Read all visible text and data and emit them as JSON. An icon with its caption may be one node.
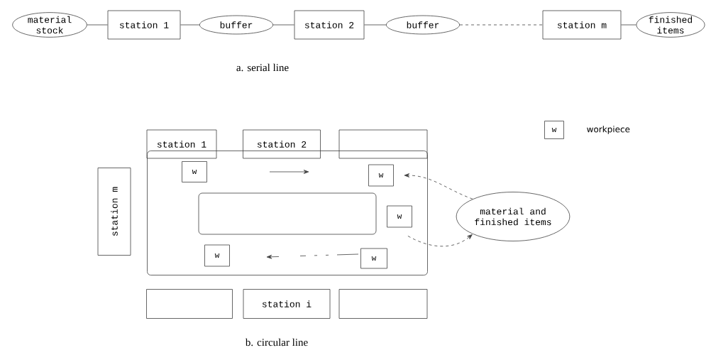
{
  "diagram": {
    "nodes": [
      {
        "text": [
          "material stock"
        ]
      },
      {
        "text": [
          "station 1"
        ]
      },
      {
        "text": [
          "buffer"
        ]
      },
      {
        "text": [
          "station 2"
        ]
      },
      {
        "text": [
          "buffer"
        ]
      },
      {
        "text": [
          "station m"
        ]
      },
      {
        "text": [
          "finished items"
        ]
      },
      {
        "text": [
          "station 1"
        ]
      },
      {
        "text": [
          "station 2"
        ]
      },
      {
        "text": [],
        "shape": "box"
      },
      {
        "text": [
          "station m"
        ]
      },
      {
        "text": [],
        "shape": "box"
      },
      {
        "text": [
          "w"
        ],
        "in": 11
      },
      {
        "text": [
          "w"
        ],
        "in": 11
      },
      {
        "text": [],
        "shape": "box",
        "in": 11
      },
      {
        "text": [
          "w"
        ],
        "in": 11
      },
      {
        "text": [
          "w"
        ],
        "in": 11
      },
      {
        "text": [
          "w"
        ],
        "in": 11
      },
      {
        "text": [
          "material and finished items"
        ]
      },
      {
        "text": [],
        "shape": "box"
      },
      {
        "text": [
          "station i"
        ]
      },
      {
        "text": [],
        "shape": "box"
      },
      {
        "text": [
          "w"
        ],
        "beside": [
          "workpiece"
        ]
      }
    ],
    "edges": [
      {
        "from": 0,
        "to": 1,
        "arrow": "none"
      },
      {
        "from": 1,
        "to": 2,
        "arrow": "none"
      },
      {
        "from": 2,
        "to": 3,
        "arrow": "none"
      },
      {
        "from": 3,
        "to": 4,
        "arrow": "none"
      },
      {
        "from": 4,
        "to": 5,
        "arrow": "none",
        "style": "dashed"
      },
      {
        "from": 5,
        "to": 6,
        "arrow": "none"
      },
      {
        "from": 18,
        "to": 13,
        "arrow": "to",
        "style": "dashed"
      },
      {
        "from": 15,
        "to": 18,
        "arrow": "to",
        "style": "dashed"
      }
    ],
    "labels": [
      "a. serial line",
      "b. circular line"
    ]
  }
}
